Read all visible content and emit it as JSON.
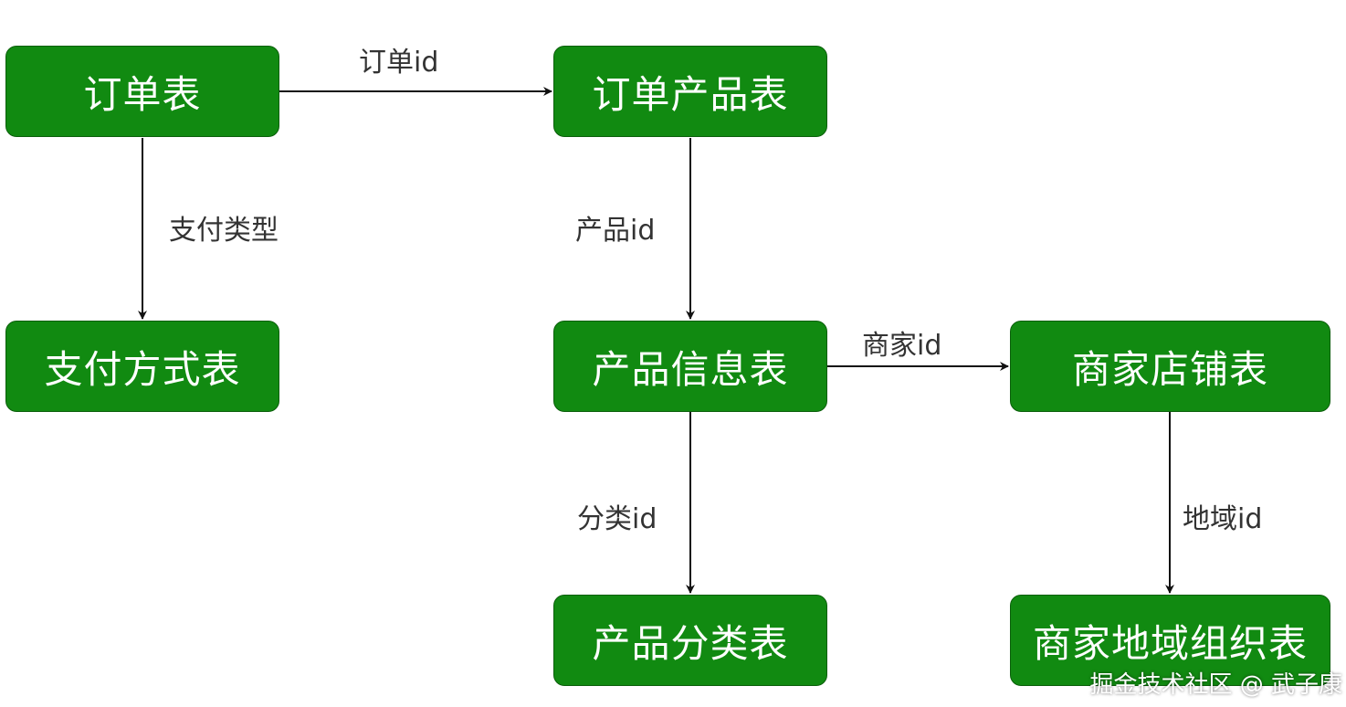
{
  "colors": {
    "node_fill": "#118a11",
    "node_text": "#ffffff",
    "edge": "#111111",
    "label_text": "#333333"
  },
  "nodes": {
    "order": "订单表",
    "order_product": "订单产品表",
    "payment": "支付方式表",
    "product_info": "产品信息表",
    "merchant_store": "商家店铺表",
    "product_category": "产品分类表",
    "merchant_region": "商家地域组织表"
  },
  "edges": {
    "order_id": "订单id",
    "payment_type": "支付类型",
    "product_id": "产品id",
    "merchant_id": "商家id",
    "category_id": "分类id",
    "region_id": "地域id"
  },
  "watermark": "掘金技术社区 @ 武子康"
}
